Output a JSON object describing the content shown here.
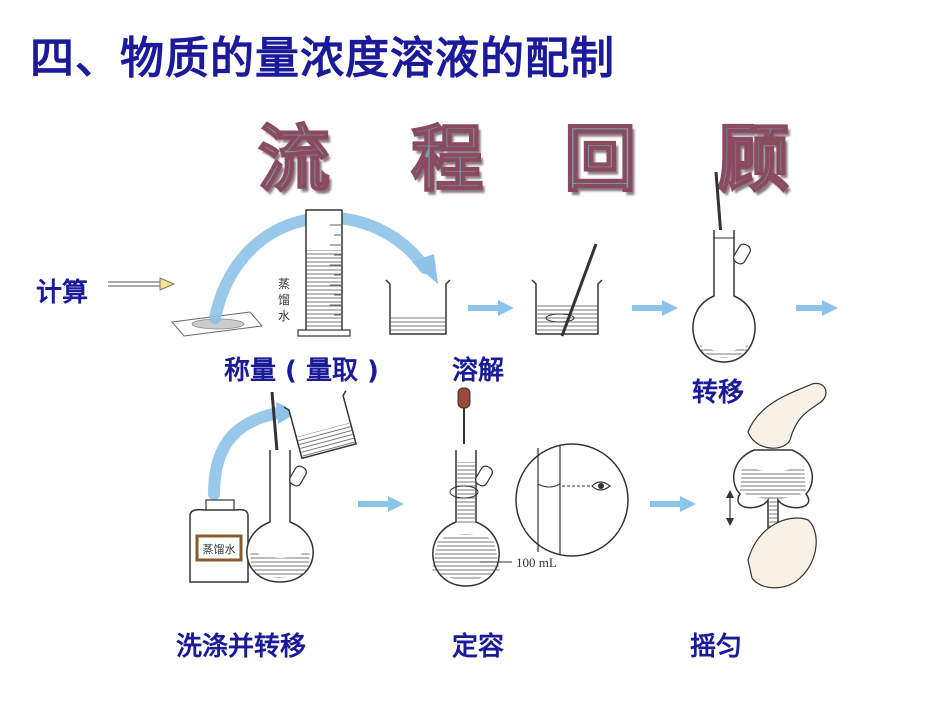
{
  "page": {
    "title": "四、物质的量浓度溶液的配制",
    "subtitle": "流 程 回 顾"
  },
  "steps": {
    "calc": "计算",
    "weigh": "称量 ( 量取 )",
    "dissolve": "溶解",
    "transfer": "转移",
    "wash": "洗涤并转移",
    "volume": "定容",
    "shake": "摇匀"
  },
  "figure_text": {
    "cylinder_label": "蒸\n馏\n水",
    "bottle_label": "蒸馏水",
    "flask_mark": "100 mL"
  },
  "colors": {
    "title": "#1a1a9a",
    "arrow": "#8dc3e8",
    "line": "#333333"
  }
}
